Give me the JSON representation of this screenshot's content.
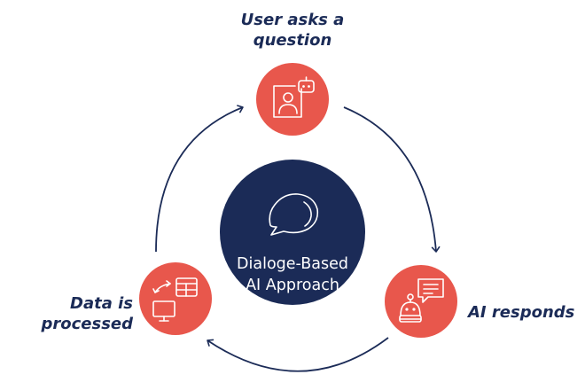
{
  "colors": {
    "node": "#e8574c",
    "center": "#1b2b57",
    "arrow": "#1b2b57",
    "text": "#1b2b57",
    "icon_stroke": "#ffffff"
  },
  "center": {
    "title_line1": "Dialoge-Based",
    "title_line2": "AI Approach",
    "icon": "speech-bubble-icon"
  },
  "nodes": [
    {
      "id": "user-asks",
      "label_line1": "User asks a",
      "label_line2": "question",
      "icon": "user-bot-icon"
    },
    {
      "id": "ai-responds",
      "label_line1": "AI responds",
      "label_line2": "",
      "icon": "bot-chat-icon"
    },
    {
      "id": "data-processed",
      "label_line1": "Data is",
      "label_line2": "processed",
      "icon": "data-exchange-icon"
    }
  ],
  "flow": [
    "user-asks",
    "ai-responds",
    "data-processed",
    "user-asks"
  ]
}
